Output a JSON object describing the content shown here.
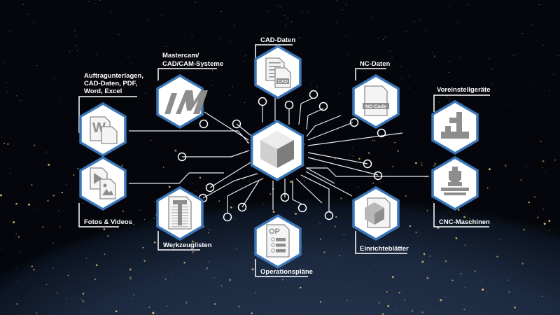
{
  "diagram": {
    "center": {
      "name": "central-hub",
      "icon": "cube-icon"
    },
    "nodes": [
      {
        "id": "auftrag",
        "label": [
          "Auftragunterlagen,",
          "CAD-Daten, PDF,",
          "Word, Excel"
        ],
        "icon": "office-documents-icon"
      },
      {
        "id": "mastercam",
        "label": [
          "Mastercam/",
          "CAD/CAM-Systeme"
        ],
        "icon": "mastercam-logo-icon"
      },
      {
        "id": "cad",
        "label": [
          "CAD-Daten"
        ],
        "icon": "cad-file-icon",
        "badge": "CAD"
      },
      {
        "id": "nc",
        "label": [
          "NC-Daten"
        ],
        "icon": "nc-code-file-icon",
        "badge": "NC-Code"
      },
      {
        "id": "voreinstell",
        "label": [
          "Voreinstellgeräte"
        ],
        "icon": "presetter-machine-icon"
      },
      {
        "id": "cnc",
        "label": [
          "CNC-Maschinen"
        ],
        "icon": "cnc-machine-icon"
      },
      {
        "id": "einricht",
        "label": [
          "Einrichteblätter"
        ],
        "icon": "setup-sheet-icon"
      },
      {
        "id": "op",
        "label": [
          "Operationspläne"
        ],
        "icon": "operation-plan-icon",
        "badge": "OP"
      },
      {
        "id": "werkzeug",
        "label": [
          "Werkzeuglisten"
        ],
        "icon": "tool-list-icon"
      },
      {
        "id": "fotos",
        "label": [
          "Fotos & Videos"
        ],
        "icon": "photo-video-icon"
      }
    ]
  },
  "colors": {
    "hex_border": "#3a76b8",
    "icon_gray": "#8d8d8d"
  }
}
